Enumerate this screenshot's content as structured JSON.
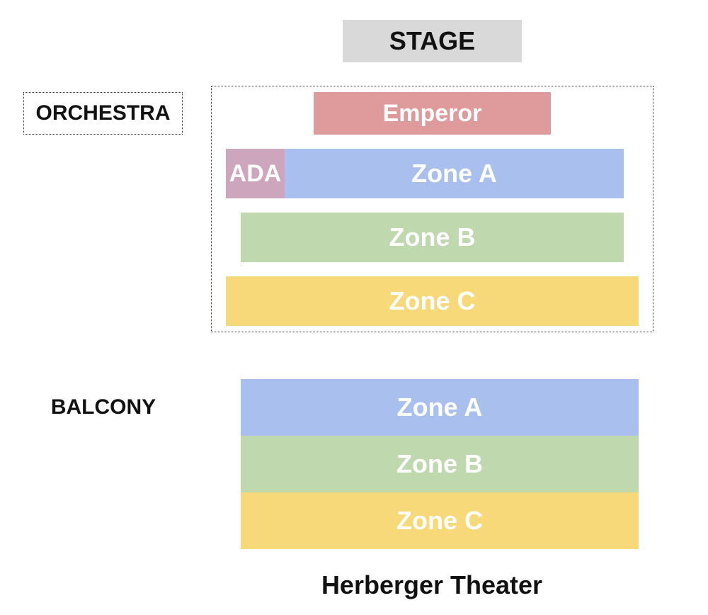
{
  "stage": {
    "label": "STAGE",
    "color": "#d9d9d9"
  },
  "orchestra": {
    "label": "ORCHESTRA",
    "emperor": {
      "label": "Emperor",
      "color": "#df9b9b"
    },
    "ada": {
      "label": "ADA",
      "color": "#cda5bc"
    },
    "zone_a": {
      "label": "Zone A",
      "color": "#a9c0ee"
    },
    "zone_b": {
      "label": "Zone B",
      "color": "#bfd8ae"
    },
    "zone_c": {
      "label": "Zone C",
      "color": "#f7d97a"
    }
  },
  "balcony": {
    "label": "BALCONY",
    "zone_a": {
      "label": "Zone A",
      "color": "#a9c0ee"
    },
    "zone_b": {
      "label": "Zone B",
      "color": "#bfd8ae"
    },
    "zone_c": {
      "label": "Zone C",
      "color": "#f7d97a"
    }
  },
  "venue": {
    "name": "Herberger Theater"
  }
}
